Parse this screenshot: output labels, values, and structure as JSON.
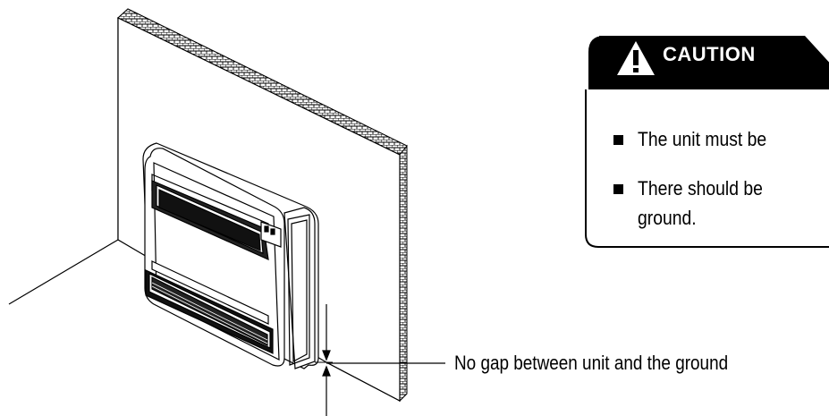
{
  "caution": {
    "title": "CAUTION",
    "items": [
      {
        "text": "The unit must be"
      },
      {
        "text": "There should be",
        "continuation": "ground."
      }
    ]
  },
  "callout": {
    "text": "No gap between unit and the ground"
  },
  "colors": {
    "line": "#000000",
    "banner": "#000000",
    "background": "#ffffff"
  }
}
